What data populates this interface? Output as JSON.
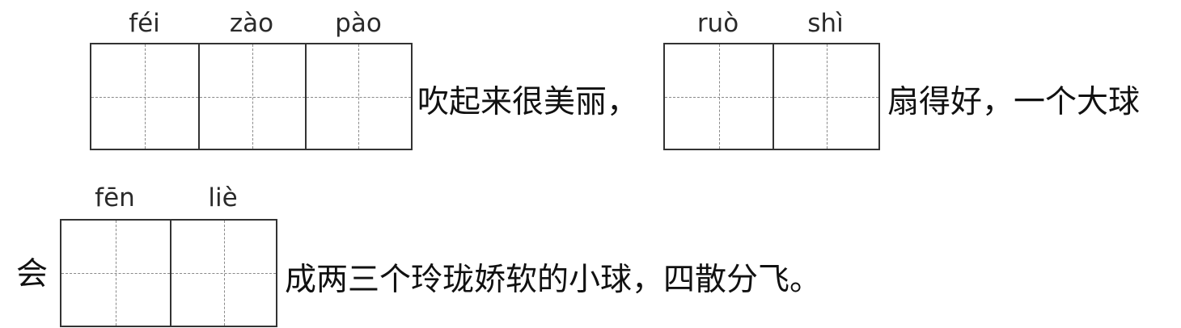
{
  "line1": {
    "blank1": {
      "pinyin": [
        "féi",
        "zào",
        "pào"
      ]
    },
    "text1": "吹起来很美丽，",
    "blank2": {
      "pinyin": [
        "ruò",
        "shì"
      ]
    },
    "text2": "扇得好，一个大球"
  },
  "line2": {
    "prefix": "会",
    "blank3": {
      "pinyin": [
        "fēn",
        "liè"
      ]
    },
    "text3": "成两三个玲珑娇软的小球，四散分飞。"
  }
}
